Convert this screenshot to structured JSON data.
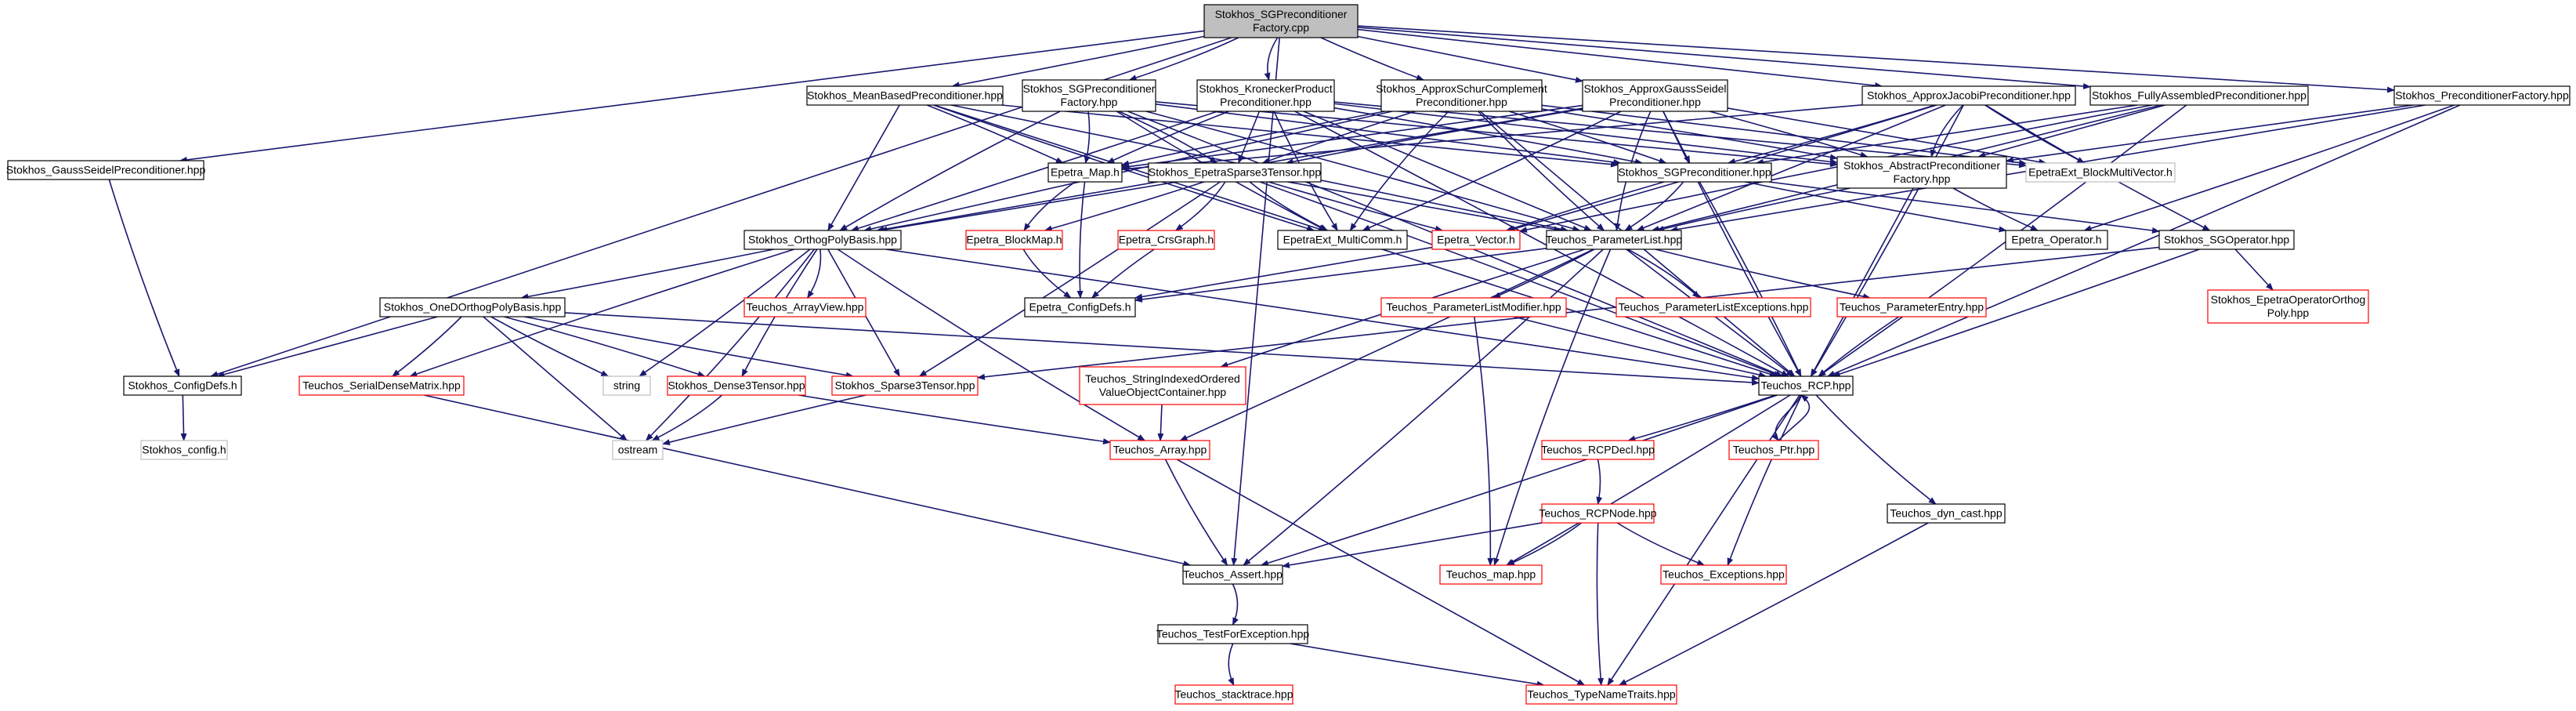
{
  "graph": {
    "colors": {
      "edge": "#191970",
      "root_fill": "#bfbfbf",
      "border_black": "#000000",
      "border_red": "#ff0000",
      "border_gray": "#bfbfbf",
      "text_black": "#000000"
    },
    "root": {
      "id": "root",
      "label": [
        "Stokhos_SGPreconditioner",
        "Factory.cpp"
      ]
    },
    "nodes": [
      {
        "id": "root",
        "label": [
          "Stokhos_SGPreconditioner",
          "Factory.cpp"
        ],
        "style": "root"
      },
      {
        "id": "gs_prec",
        "label": [
          "Stokhos_GaussSeidelPreconditioner.hpp"
        ],
        "style": "black"
      },
      {
        "id": "meanbased",
        "label": [
          "Stokhos_MeanBasedPreconditioner.hpp"
        ],
        "style": "black"
      },
      {
        "id": "sgprecfac_hpp",
        "label": [
          "Stokhos_SGPreconditioner",
          "Factory.hpp"
        ],
        "style": "black"
      },
      {
        "id": "kronecker",
        "label": [
          "Stokhos_KroneckerProduct",
          "Preconditioner.hpp"
        ],
        "style": "black"
      },
      {
        "id": "schur",
        "label": [
          "Stokhos_ApproxSchurComplement",
          "Preconditioner.hpp"
        ],
        "style": "black"
      },
      {
        "id": "approxgs",
        "label": [
          "Stokhos_ApproxGaussSeidel",
          "Preconditioner.hpp"
        ],
        "style": "black"
      },
      {
        "id": "approxjacobi",
        "label": [
          "Stokhos_ApproxJacobiPreconditioner.hpp"
        ],
        "style": "black"
      },
      {
        "id": "fullyassembled",
        "label": [
          "Stokhos_FullyAssembledPreconditioner.hpp"
        ],
        "style": "black"
      },
      {
        "id": "precfactory",
        "label": [
          "Stokhos_PreconditionerFactory.hpp"
        ],
        "style": "black"
      },
      {
        "id": "epetra_map",
        "label": [
          "Epetra_Map.h"
        ],
        "style": "black"
      },
      {
        "id": "eps3t",
        "label": [
          "Stokhos_EpetraSparse3Tensor.hpp"
        ],
        "style": "black"
      },
      {
        "id": "sgprec_hpp",
        "label": [
          "Stokhos_SGPreconditioner.hpp"
        ],
        "style": "black"
      },
      {
        "id": "abstractfac",
        "label": [
          "Stokhos_AbstractPreconditioner",
          "Factory.hpp"
        ],
        "style": "black"
      },
      {
        "id": "blockmv",
        "label": [
          "EpetraExt_BlockMultiVector.h"
        ],
        "style": "gray"
      },
      {
        "id": "orthopoly",
        "label": [
          "Stokhos_OrthogPolyBasis.hpp"
        ],
        "style": "black"
      },
      {
        "id": "multicomm",
        "label": [
          "EpetraExt_MultiComm.h"
        ],
        "style": "black"
      },
      {
        "id": "epetra_vector",
        "label": [
          "Epetra_Vector.h"
        ],
        "style": "red"
      },
      {
        "id": "paramlist",
        "label": [
          "Teuchos_ParameterList.hpp"
        ],
        "style": "black"
      },
      {
        "id": "epetra_operator",
        "label": [
          "Epetra_Operator.h"
        ],
        "style": "black"
      },
      {
        "id": "sgoperator",
        "label": [
          "Stokhos_SGOperator.hpp"
        ],
        "style": "black"
      },
      {
        "id": "blockmap",
        "label": [
          "Epetra_BlockMap.h"
        ],
        "style": "red"
      },
      {
        "id": "crsgraph",
        "label": [
          "Epetra_CrsGraph.h"
        ],
        "style": "red"
      },
      {
        "id": "arrayview",
        "label": [
          "Teuchos_ArrayView.hpp"
        ],
        "style": "red"
      },
      {
        "id": "configdefs_epetra",
        "label": [
          "Epetra_ConfigDefs.h"
        ],
        "style": "black"
      },
      {
        "id": "oned",
        "label": [
          "Stokhos_OneDOrthogPolyBasis.hpp"
        ],
        "style": "black"
      },
      {
        "id": "plmodifier",
        "label": [
          "Teuchos_ParameterListModifier.hpp"
        ],
        "style": "red"
      },
      {
        "id": "plexceptions",
        "label": [
          "Teuchos_ParameterListExceptions.hpp"
        ],
        "style": "red"
      },
      {
        "id": "paramentry",
        "label": [
          "Teuchos_ParameterEntry.hpp"
        ],
        "style": "red"
      },
      {
        "id": "epetraopoly",
        "label": [
          "Stokhos_EpetraOperatorOrthog",
          "Poly.hpp"
        ],
        "style": "red"
      },
      {
        "id": "stokhos_configdefs",
        "label": [
          "Stokhos_ConfigDefs.h"
        ],
        "style": "black"
      },
      {
        "id": "serialdense",
        "label": [
          "Teuchos_SerialDenseMatrix.hpp"
        ],
        "style": "red"
      },
      {
        "id": "string",
        "label": [
          "string"
        ],
        "style": "gray"
      },
      {
        "id": "dense3t",
        "label": [
          "Stokhos_Dense3Tensor.hpp"
        ],
        "style": "red"
      },
      {
        "id": "sparse3t",
        "label": [
          "Stokhos_Sparse3Tensor.hpp"
        ],
        "style": "red"
      },
      {
        "id": "strindexed",
        "label": [
          "Teuchos_StringIndexedOrdered",
          "ValueObjectContainer.hpp"
        ],
        "style": "red"
      },
      {
        "id": "rcp",
        "label": [
          "Teuchos_RCP.hpp"
        ],
        "style": "black"
      },
      {
        "id": "stokhos_config",
        "label": [
          "Stokhos_config.h"
        ],
        "style": "gray"
      },
      {
        "id": "ostream",
        "label": [
          "ostream"
        ],
        "style": "gray"
      },
      {
        "id": "array",
        "label": [
          "Teuchos_Array.hpp"
        ],
        "style": "red"
      },
      {
        "id": "rcpdecl",
        "label": [
          "Teuchos_RCPDecl.hpp"
        ],
        "style": "red"
      },
      {
        "id": "ptr",
        "label": [
          "Teuchos_Ptr.hpp"
        ],
        "style": "red"
      },
      {
        "id": "rcpnode",
        "label": [
          "Teuchos_RCPNode.hpp"
        ],
        "style": "red"
      },
      {
        "id": "dyncast",
        "label": [
          "Teuchos_dyn_cast.hpp"
        ],
        "style": "black"
      },
      {
        "id": "assert",
        "label": [
          "Teuchos_Assert.hpp"
        ],
        "style": "black"
      },
      {
        "id": "map",
        "label": [
          "Teuchos_map.hpp"
        ],
        "style": "red"
      },
      {
        "id": "exceptions",
        "label": [
          "Teuchos_Exceptions.hpp"
        ],
        "style": "red"
      },
      {
        "id": "testforexc",
        "label": [
          "Teuchos_TestForException.hpp"
        ],
        "style": "black"
      },
      {
        "id": "stacktrace",
        "label": [
          "Teuchos_stacktrace.hpp"
        ],
        "style": "red"
      },
      {
        "id": "typenametraits",
        "label": [
          "Teuchos_TypeNameTraits.hpp"
        ],
        "style": "red"
      }
    ],
    "edges": [
      [
        "root",
        "gs_prec"
      ],
      [
        "root",
        "stokhos_configdefs"
      ],
      [
        "root",
        "assert"
      ],
      [
        "root",
        "meanbased"
      ],
      [
        "root",
        "sgprecfac_hpp"
      ],
      [
        "root",
        "kronecker"
      ],
      [
        "root",
        "schur"
      ],
      [
        "root",
        "approxgs"
      ],
      [
        "root",
        "approxjacobi"
      ],
      [
        "root",
        "fullyassembled"
      ],
      [
        "root",
        "precfactory"
      ],
      [
        "gs_prec",
        "stokhos_configdefs"
      ],
      [
        "meanbased",
        "orthopoly"
      ],
      [
        "meanbased",
        "epetra_map"
      ],
      [
        "meanbased",
        "sgprec_hpp"
      ],
      [
        "meanbased",
        "multicomm"
      ],
      [
        "meanbased",
        "rcp"
      ],
      [
        "meanbased",
        "paramlist"
      ],
      [
        "sgprecfac_hpp",
        "epetra_map"
      ],
      [
        "sgprecfac_hpp",
        "eps3t"
      ],
      [
        "sgprecfac_hpp",
        "orthopoly"
      ],
      [
        "sgprecfac_hpp",
        "sgprec_hpp"
      ],
      [
        "sgprecfac_hpp",
        "abstractfac"
      ],
      [
        "sgprecfac_hpp",
        "paramlist"
      ],
      [
        "sgprecfac_hpp",
        "rcp"
      ],
      [
        "sgprecfac_hpp",
        "multicomm"
      ],
      [
        "kronecker",
        "epetra_map"
      ],
      [
        "kronecker",
        "eps3t"
      ],
      [
        "kronecker",
        "orthopoly"
      ],
      [
        "kronecker",
        "sgprec_hpp"
      ],
      [
        "kronecker",
        "abstractfac"
      ],
      [
        "kronecker",
        "multicomm"
      ],
      [
        "kronecker",
        "paramlist"
      ],
      [
        "kronecker",
        "rcp"
      ],
      [
        "kronecker",
        "blockmv"
      ],
      [
        "schur",
        "epetra_map"
      ],
      [
        "schur",
        "eps3t"
      ],
      [
        "schur",
        "orthopoly"
      ],
      [
        "schur",
        "sgprec_hpp"
      ],
      [
        "schur",
        "abstractfac"
      ],
      [
        "schur",
        "multicomm"
      ],
      [
        "schur",
        "paramlist"
      ],
      [
        "schur",
        "rcp"
      ],
      [
        "schur",
        "blockmv"
      ],
      [
        "approxgs",
        "epetra_map"
      ],
      [
        "approxgs",
        "eps3t"
      ],
      [
        "approxgs",
        "orthopoly"
      ],
      [
        "approxgs",
        "sgprec_hpp"
      ],
      [
        "approxgs",
        "abstractfac"
      ],
      [
        "approxgs",
        "multicomm"
      ],
      [
        "approxgs",
        "paramlist"
      ],
      [
        "approxgs",
        "rcp"
      ],
      [
        "approxgs",
        "blockmv"
      ],
      [
        "approxjacobi",
        "epetra_map"
      ],
      [
        "approxjacobi",
        "sgprec_hpp"
      ],
      [
        "approxjacobi",
        "abstractfac"
      ],
      [
        "approxjacobi",
        "blockmv"
      ],
      [
        "approxjacobi",
        "paramlist"
      ],
      [
        "approxjacobi",
        "rcp"
      ],
      [
        "approxjacobi",
        "epetra_vector"
      ],
      [
        "approxjacobi",
        "sgoperator"
      ],
      [
        "fullyassembled",
        "sgprec_hpp"
      ],
      [
        "fullyassembled",
        "abstractfac"
      ],
      [
        "fullyassembled",
        "paramlist"
      ],
      [
        "fullyassembled",
        "rcp"
      ],
      [
        "fullyassembled",
        "epetra_vector"
      ],
      [
        "precfactory",
        "abstractfac"
      ],
      [
        "precfactory",
        "paramlist"
      ],
      [
        "precfactory",
        "rcp"
      ],
      [
        "precfactory",
        "epetra_operator"
      ],
      [
        "epetra_map",
        "blockmap"
      ],
      [
        "epetra_map",
        "configdefs_epetra"
      ],
      [
        "eps3t",
        "orthopoly"
      ],
      [
        "eps3t",
        "blockmap"
      ],
      [
        "eps3t",
        "crsgraph"
      ],
      [
        "eps3t",
        "multicomm"
      ],
      [
        "eps3t",
        "epetra_vector"
      ],
      [
        "eps3t",
        "paramlist"
      ],
      [
        "eps3t",
        "sparse3t"
      ],
      [
        "eps3t",
        "rcp"
      ],
      [
        "sgprec_hpp",
        "epetra_operator"
      ],
      [
        "sgprec_hpp",
        "epetra_vector"
      ],
      [
        "sgprec_hpp",
        "sgoperator"
      ],
      [
        "sgprec_hpp",
        "rcp"
      ],
      [
        "sgprec_hpp",
        "paramlist"
      ],
      [
        "abstractfac",
        "paramlist"
      ],
      [
        "abstractfac",
        "epetra_operator"
      ],
      [
        "abstractfac",
        "rcp"
      ],
      [
        "orthopoly",
        "oned"
      ],
      [
        "orthopoly",
        "arrayview"
      ],
      [
        "orthopoly",
        "serialdense"
      ],
      [
        "orthopoly",
        "dense3t"
      ],
      [
        "orthopoly",
        "sparse3t"
      ],
      [
        "orthopoly",
        "string"
      ],
      [
        "orthopoly",
        "ostream"
      ],
      [
        "orthopoly",
        "array"
      ],
      [
        "orthopoly",
        "rcp"
      ],
      [
        "epetra_vector",
        "configdefs_epetra"
      ],
      [
        "paramlist",
        "plmodifier"
      ],
      [
        "paramlist",
        "plexceptions"
      ],
      [
        "paramlist",
        "paramentry"
      ],
      [
        "paramlist",
        "strindexed"
      ],
      [
        "paramlist",
        "rcp"
      ],
      [
        "paramlist",
        "array"
      ],
      [
        "paramlist",
        "assert"
      ],
      [
        "paramlist",
        "map"
      ],
      [
        "paramlist",
        "configdefs_epetra"
      ],
      [
        "sgoperator",
        "epetraopoly"
      ],
      [
        "sgoperator",
        "rcp"
      ],
      [
        "sgoperator",
        "sparse3t"
      ],
      [
        "blockmap",
        "configdefs_epetra"
      ],
      [
        "crsgraph",
        "configdefs_epetra"
      ],
      [
        "oned",
        "stokhos_configdefs"
      ],
      [
        "oned",
        "serialdense"
      ],
      [
        "oned",
        "dense3t"
      ],
      [
        "oned",
        "sparse3t"
      ],
      [
        "oned",
        "string"
      ],
      [
        "oned",
        "ostream"
      ],
      [
        "oned",
        "rcp"
      ],
      [
        "plmodifier",
        "map"
      ],
      [
        "plmodifier",
        "rcp"
      ],
      [
        "paramentry",
        "rcp"
      ],
      [
        "stokhos_configdefs",
        "stokhos_config"
      ],
      [
        "serialdense",
        "assert"
      ],
      [
        "dense3t",
        "ostream"
      ],
      [
        "dense3t",
        "array"
      ],
      [
        "sparse3t",
        "ostream"
      ],
      [
        "strindexed",
        "array"
      ],
      [
        "rcp",
        "rcpdecl"
      ],
      [
        "rcp",
        "ptr"
      ],
      [
        "rcp",
        "dyncast"
      ],
      [
        "rcp",
        "exceptions"
      ],
      [
        "rcp",
        "typenametraits"
      ],
      [
        "rcp",
        "map"
      ],
      [
        "rcp",
        "assert"
      ],
      [
        "ptr",
        "rcp"
      ],
      [
        "array",
        "assert"
      ],
      [
        "array",
        "typenametraits"
      ],
      [
        "rcpdecl",
        "rcpnode"
      ],
      [
        "rcpnode",
        "map"
      ],
      [
        "rcpnode",
        "exceptions"
      ],
      [
        "rcpnode",
        "typenametraits"
      ],
      [
        "rcpnode",
        "assert"
      ],
      [
        "dyncast",
        "typenametraits"
      ],
      [
        "assert",
        "testforexc"
      ],
      [
        "testforexc",
        "stacktrace"
      ],
      [
        "testforexc",
        "typenametraits"
      ]
    ]
  }
}
